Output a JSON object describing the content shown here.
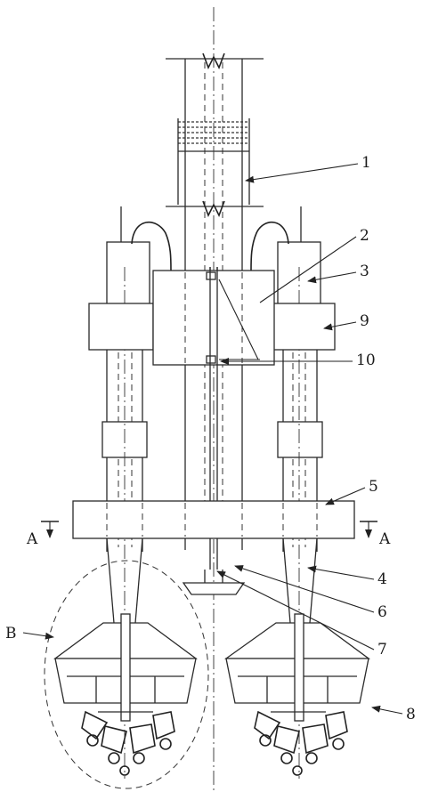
{
  "labels": {
    "l1": "1",
    "l2": "2",
    "l3": "3",
    "l4": "4",
    "l5": "5",
    "l6": "6",
    "l7": "7",
    "l8": "8",
    "l9": "9",
    "l10": "10",
    "B": "B",
    "A_left": "A",
    "A_right": "A"
  }
}
